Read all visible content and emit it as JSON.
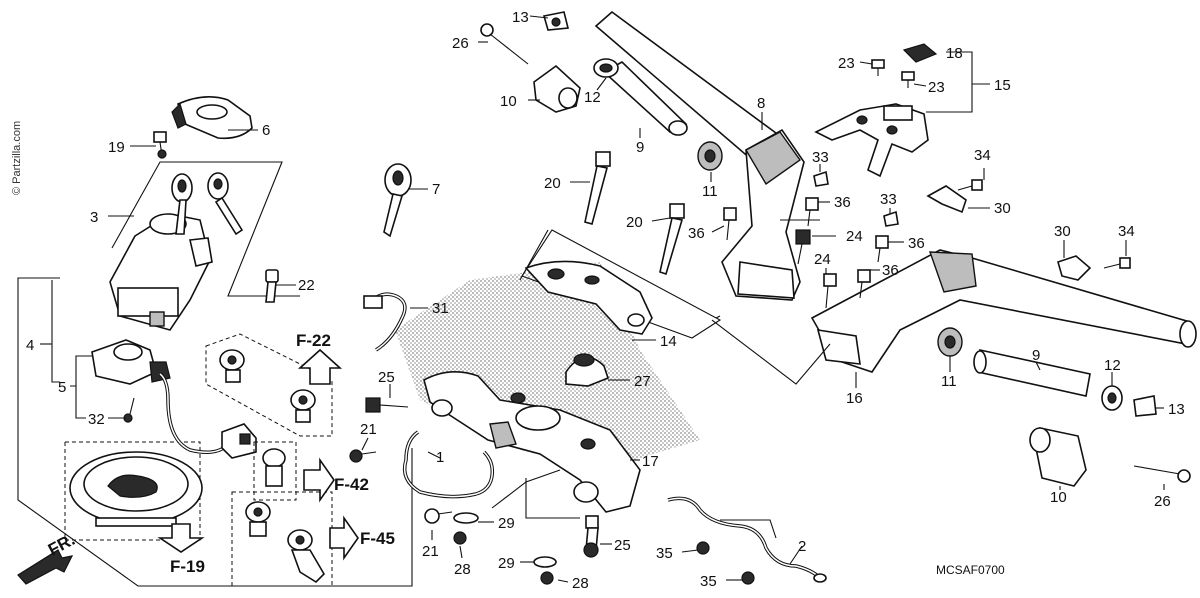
{
  "watermark": "© Partzilla.com",
  "diagram_code": "MCSAF0700",
  "front_indicator": "FR.",
  "page_refs": {
    "f22": "F-22",
    "f42": "F-42",
    "f45": "F-45",
    "f19": "F-19"
  },
  "callouts": {
    "c1": "1",
    "c2": "2",
    "c3": "3",
    "c4": "4",
    "c5": "5",
    "c6": "6",
    "c7": "7",
    "c8": "8",
    "c9a": "9",
    "c9b": "9",
    "c10a": "10",
    "c10b": "10",
    "c11a": "11",
    "c11b": "11",
    "c12a": "12",
    "c12b": "12",
    "c13a": "13",
    "c13b": "13",
    "c14": "14",
    "c15": "15",
    "c16": "16",
    "c17": "17",
    "c18": "18",
    "c19": "19",
    "c20a": "20",
    "c20b": "20",
    "c21a": "21",
    "c21b": "21",
    "c22": "22",
    "c23a": "23",
    "c23b": "23",
    "c24a": "24",
    "c24b": "24",
    "c25a": "25",
    "c25b": "25",
    "c26a": "26",
    "c26b": "26",
    "c27": "27",
    "c28a": "28",
    "c28b": "28",
    "c29a": "29",
    "c29b": "29",
    "c30a": "30",
    "c30b": "30",
    "c31": "31",
    "c32": "32",
    "c33a": "33",
    "c33b": "33",
    "c34a": "34",
    "c34b": "34",
    "c35a": "35",
    "c35b": "35",
    "c36a": "36",
    "c36b": "36",
    "c36c": "36",
    "c36d": "36"
  }
}
